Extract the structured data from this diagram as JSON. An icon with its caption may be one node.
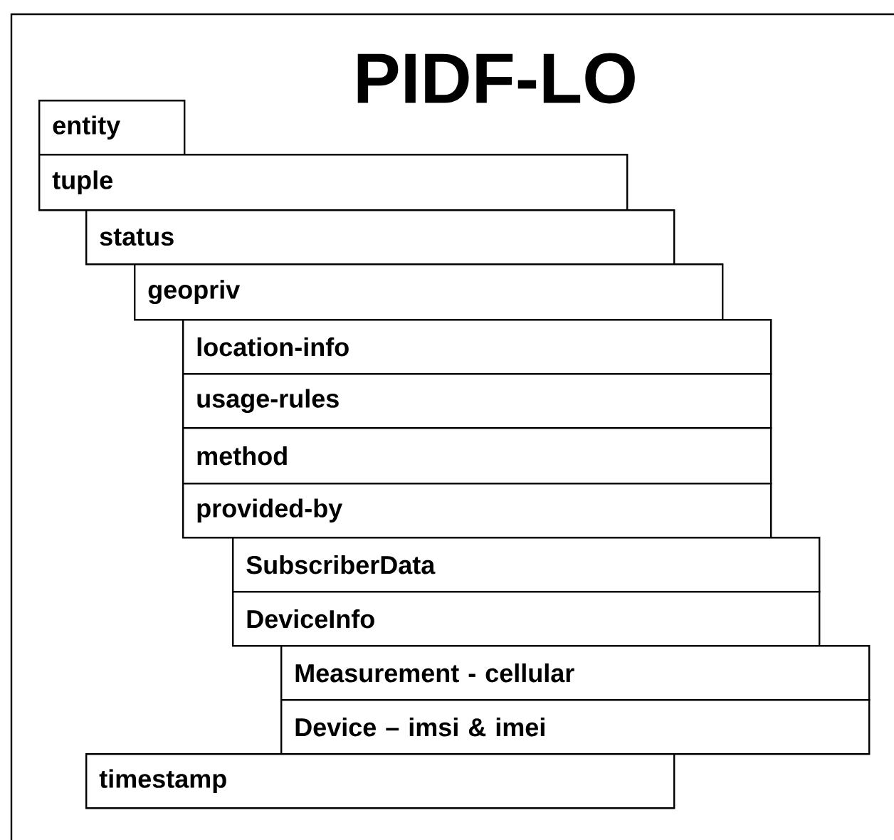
{
  "diagram": {
    "title": "PIDF-LO",
    "nodes": [
      {
        "text": [
          "entity"
        ]
      },
      {
        "text": [
          "tuple"
        ]
      },
      {
        "text": [
          "status"
        ]
      },
      {
        "text": [
          "geopriv"
        ]
      },
      {
        "text": [
          "location-info"
        ]
      },
      {
        "text": [
          "usage-rules"
        ]
      },
      {
        "text": [
          "method"
        ]
      },
      {
        "text": [
          "provided-by"
        ]
      },
      {
        "text": [
          "SubscriberData"
        ]
      },
      {
        "text": [
          "DeviceInfo"
        ]
      },
      {
        "text": [
          "Measurement - cellular"
        ]
      },
      {
        "text": [
          "Device – imsi & imei"
        ]
      },
      {
        "text": [
          "timestamp"
        ]
      }
    ]
  }
}
